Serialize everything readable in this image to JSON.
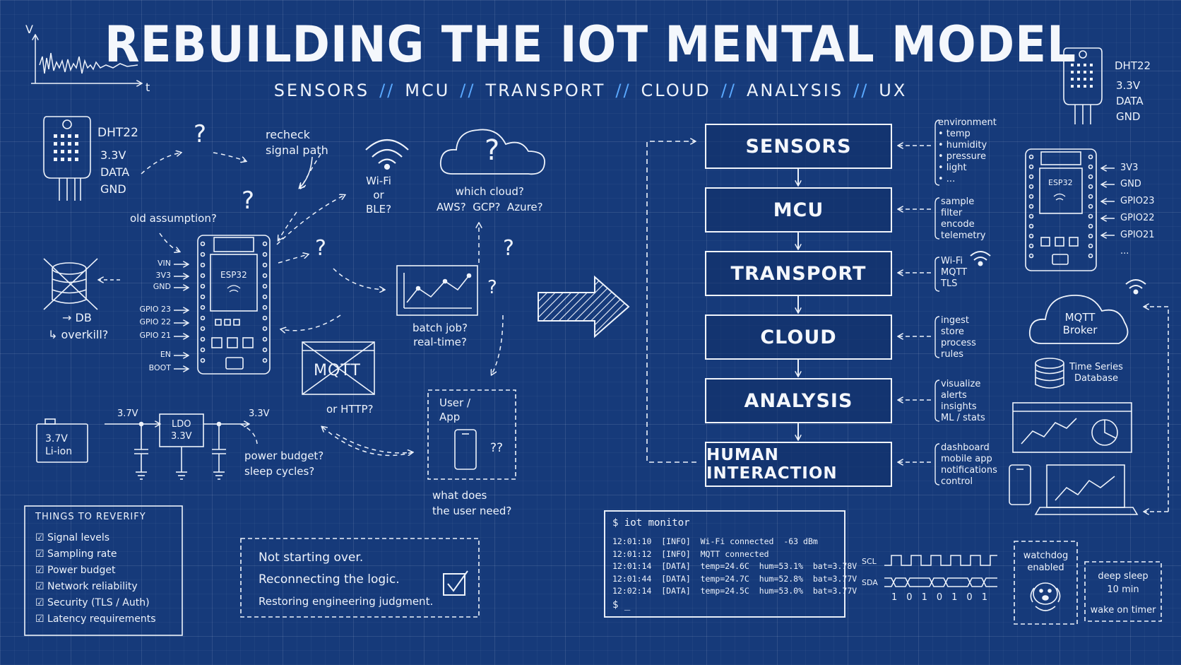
{
  "title": "REBUILDING THE IOT MENTAL MODEL",
  "subtitle": [
    "SENSORS",
    "MCU",
    "TRANSPORT",
    "CLOUD",
    "ANALYSIS",
    "UX"
  ],
  "subtitle_separator": "//",
  "stages": [
    "SENSORS",
    "MCU",
    "TRANSPORT",
    "CLOUD",
    "ANALYSIS",
    "HUMAN INTERACTION"
  ],
  "stage_notes": [
    [
      "environment",
      "• temp",
      "• humidity",
      "• pressure",
      "• light",
      "• ..."
    ],
    [
      "sample",
      "filter",
      "encode",
      "telemetry"
    ],
    [
      "Wi-Fi",
      "MQTT",
      "TLS"
    ],
    [
      "ingest",
      "store",
      "process",
      "rules"
    ],
    [
      "visualize",
      "alerts",
      "insights",
      "ML / stats"
    ],
    [
      "dashboard",
      "mobile app",
      "notifications",
      "control"
    ]
  ],
  "signal_axes": {
    "y": "V",
    "x": "t"
  },
  "dht22_left": {
    "name": "DHT22",
    "pins": [
      "3.3V",
      "DATA",
      "GND"
    ]
  },
  "dht22_right": {
    "name": "DHT22",
    "pins": [
      "3.3V",
      "DATA",
      "GND"
    ]
  },
  "esp32_left": {
    "chip": "ESP32",
    "pins": [
      "VIN",
      "3V3",
      "GND",
      "GPIO 23",
      "GPIO 22",
      "GPIO 21",
      "EN",
      "BOOT"
    ]
  },
  "esp32_right": {
    "chip": "ESP32",
    "pins": [
      "3V3",
      "GND",
      "GPIO23",
      "GPIO22",
      "GPIO21",
      "..."
    ]
  },
  "notes": {
    "recheck": "recheck\nsignal path",
    "old_assumption": "old assumption?",
    "db": "DB",
    "overkill": "overkill?",
    "wifi_ble": "Wi-Fi\nor\nBLE?",
    "which_cloud": "which cloud?\nAWS?  GCP?  Azure?",
    "batch": "batch job?\nreal-time?",
    "mqtt": "MQTT",
    "or_http": "or HTTP?",
    "user_app": "User /\nApp",
    "qq": "??",
    "user_need": "what does\nthe user need?",
    "power": "power budget?\nsleep cycles?",
    "q": "?"
  },
  "power_circuit": {
    "battery": "3.7V\nLi-ion",
    "v_in": "3.7V",
    "ldo": "LDO\n3.3V",
    "v_out": "3.3V"
  },
  "checklist": {
    "heading": "THINGS TO REVERIFY",
    "items": [
      "Signal levels",
      "Sampling rate",
      "Power budget",
      "Network reliability",
      "Security (TLS / Auth)",
      "Latency requirements"
    ]
  },
  "reconnect_note": [
    "Not starting over.",
    "Reconnecting the logic.",
    "Restoring engineering judgment."
  ],
  "terminal": {
    "prompt": "$ iot monitor",
    "lines": [
      "12:01:10  [INFO]  Wi-Fi connected  -63 dBm",
      "12:01:12  [INFO]  MQTT connected",
      "12:01:14  [DATA]  temp=24.6C  hum=53.1%  bat=3.78V",
      "12:01:44  [DATA]  temp=24.7C  hum=52.8%  bat=3.77V",
      "12:02:14  [DATA]  temp=24.5C  hum=53.0%  bat=3.77V"
    ],
    "cursor": "$ _"
  },
  "i2c": {
    "scl": "SCL",
    "sda": "SDA",
    "bits": [
      "1",
      "0",
      "1",
      "0",
      "1",
      "0",
      "1"
    ]
  },
  "watchdog": "watchdog\nenabled",
  "deep_sleep": {
    "line1": "deep sleep",
    "line2": "10 min",
    "line3": "wake on timer"
  },
  "right_stack": {
    "broker": "MQTT\nBroker",
    "tsdb": "Time Series\nDatabase"
  }
}
